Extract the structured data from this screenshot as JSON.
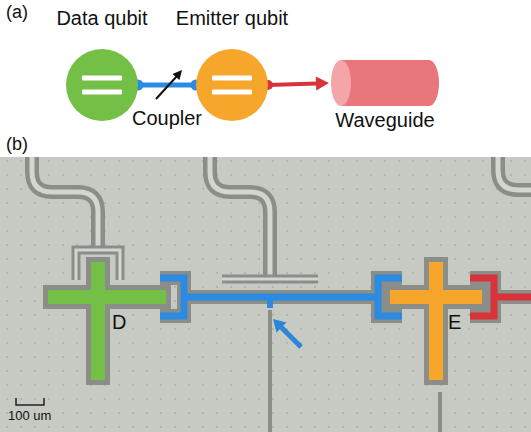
{
  "diagram": {
    "nodes": [
      {
        "text": [
          "Data qubit"
        ]
      },
      {
        "text": [
          "Emitter qubit"
        ]
      },
      {
        "text": [
          "Waveguide"
        ]
      }
    ],
    "edges": [
      {
        "from": 0,
        "to": 1,
        "arrow": "none",
        "label": "Coupler"
      },
      {
        "from": 1,
        "to": 2,
        "arrow": "to"
      }
    ],
    "labels": [
      "(a)",
      "(b)",
      "D",
      "E",
      "100 um"
    ]
  }
}
